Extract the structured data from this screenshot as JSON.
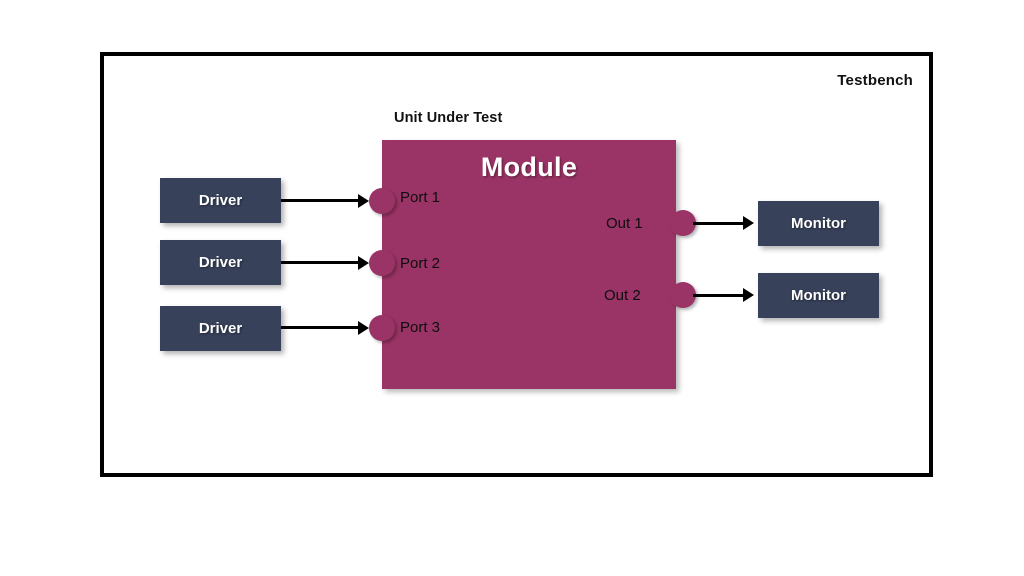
{
  "diagram": {
    "testbench_label": "Testbench",
    "uut_label": "Unit Under Test",
    "module_title": "Module",
    "colors": {
      "module_fill": "#9B3466",
      "unit_fill": "#37415A",
      "frame_border": "#000000",
      "arrow": "#000000",
      "module_text": "#ffffff",
      "port_text": "#0d0d0d"
    },
    "inputs": [
      {
        "source_label": "Driver",
        "port_label": "Port 1"
      },
      {
        "source_label": "Driver",
        "port_label": "Port 2"
      },
      {
        "source_label": "Driver",
        "port_label": "Port 3"
      }
    ],
    "outputs": [
      {
        "port_label": "Out 1",
        "sink_label": "Monitor"
      },
      {
        "port_label": "Out 2",
        "sink_label": "Monitor"
      }
    ]
  }
}
